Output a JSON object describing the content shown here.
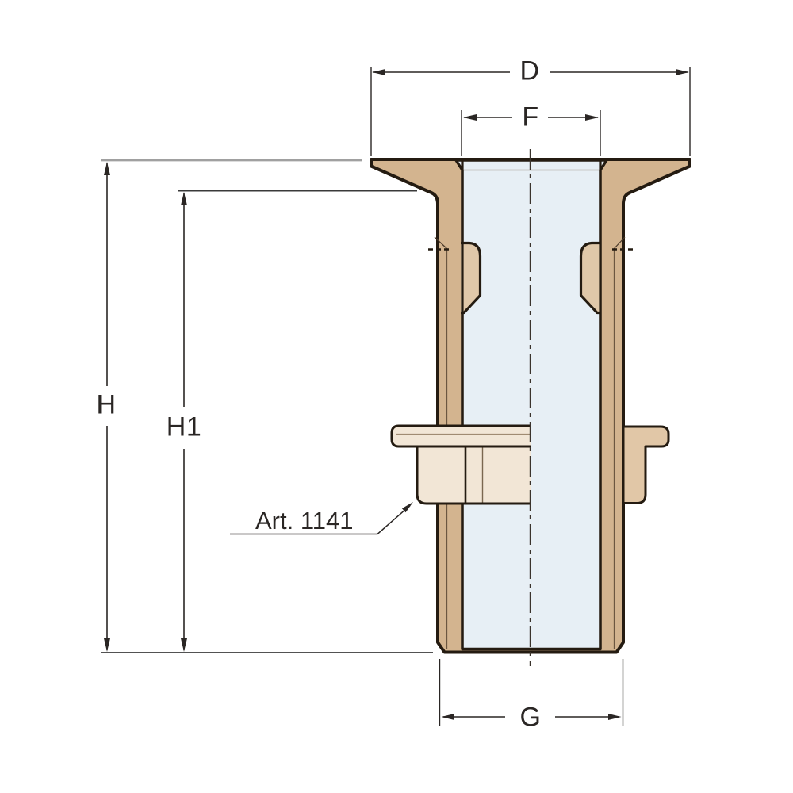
{
  "labels": {
    "dim_d": "D",
    "dim_f": "F",
    "dim_g": "G",
    "dim_h": "H",
    "dim_h1": "H1",
    "article": "Art. 1141"
  },
  "colors": {
    "body_tan": "#d3b48f",
    "tab_tan": "#e0c8a9",
    "nut_cream": "#f2e6d6",
    "section_nut_tan": "#e1c7a7",
    "bore_blue": "#e7eff5",
    "outline_dark": "#241b11",
    "dim_line_dark": "#2a2624",
    "extension_gray": "#a0a0a0",
    "extension_dark": "#3a3a3a"
  }
}
